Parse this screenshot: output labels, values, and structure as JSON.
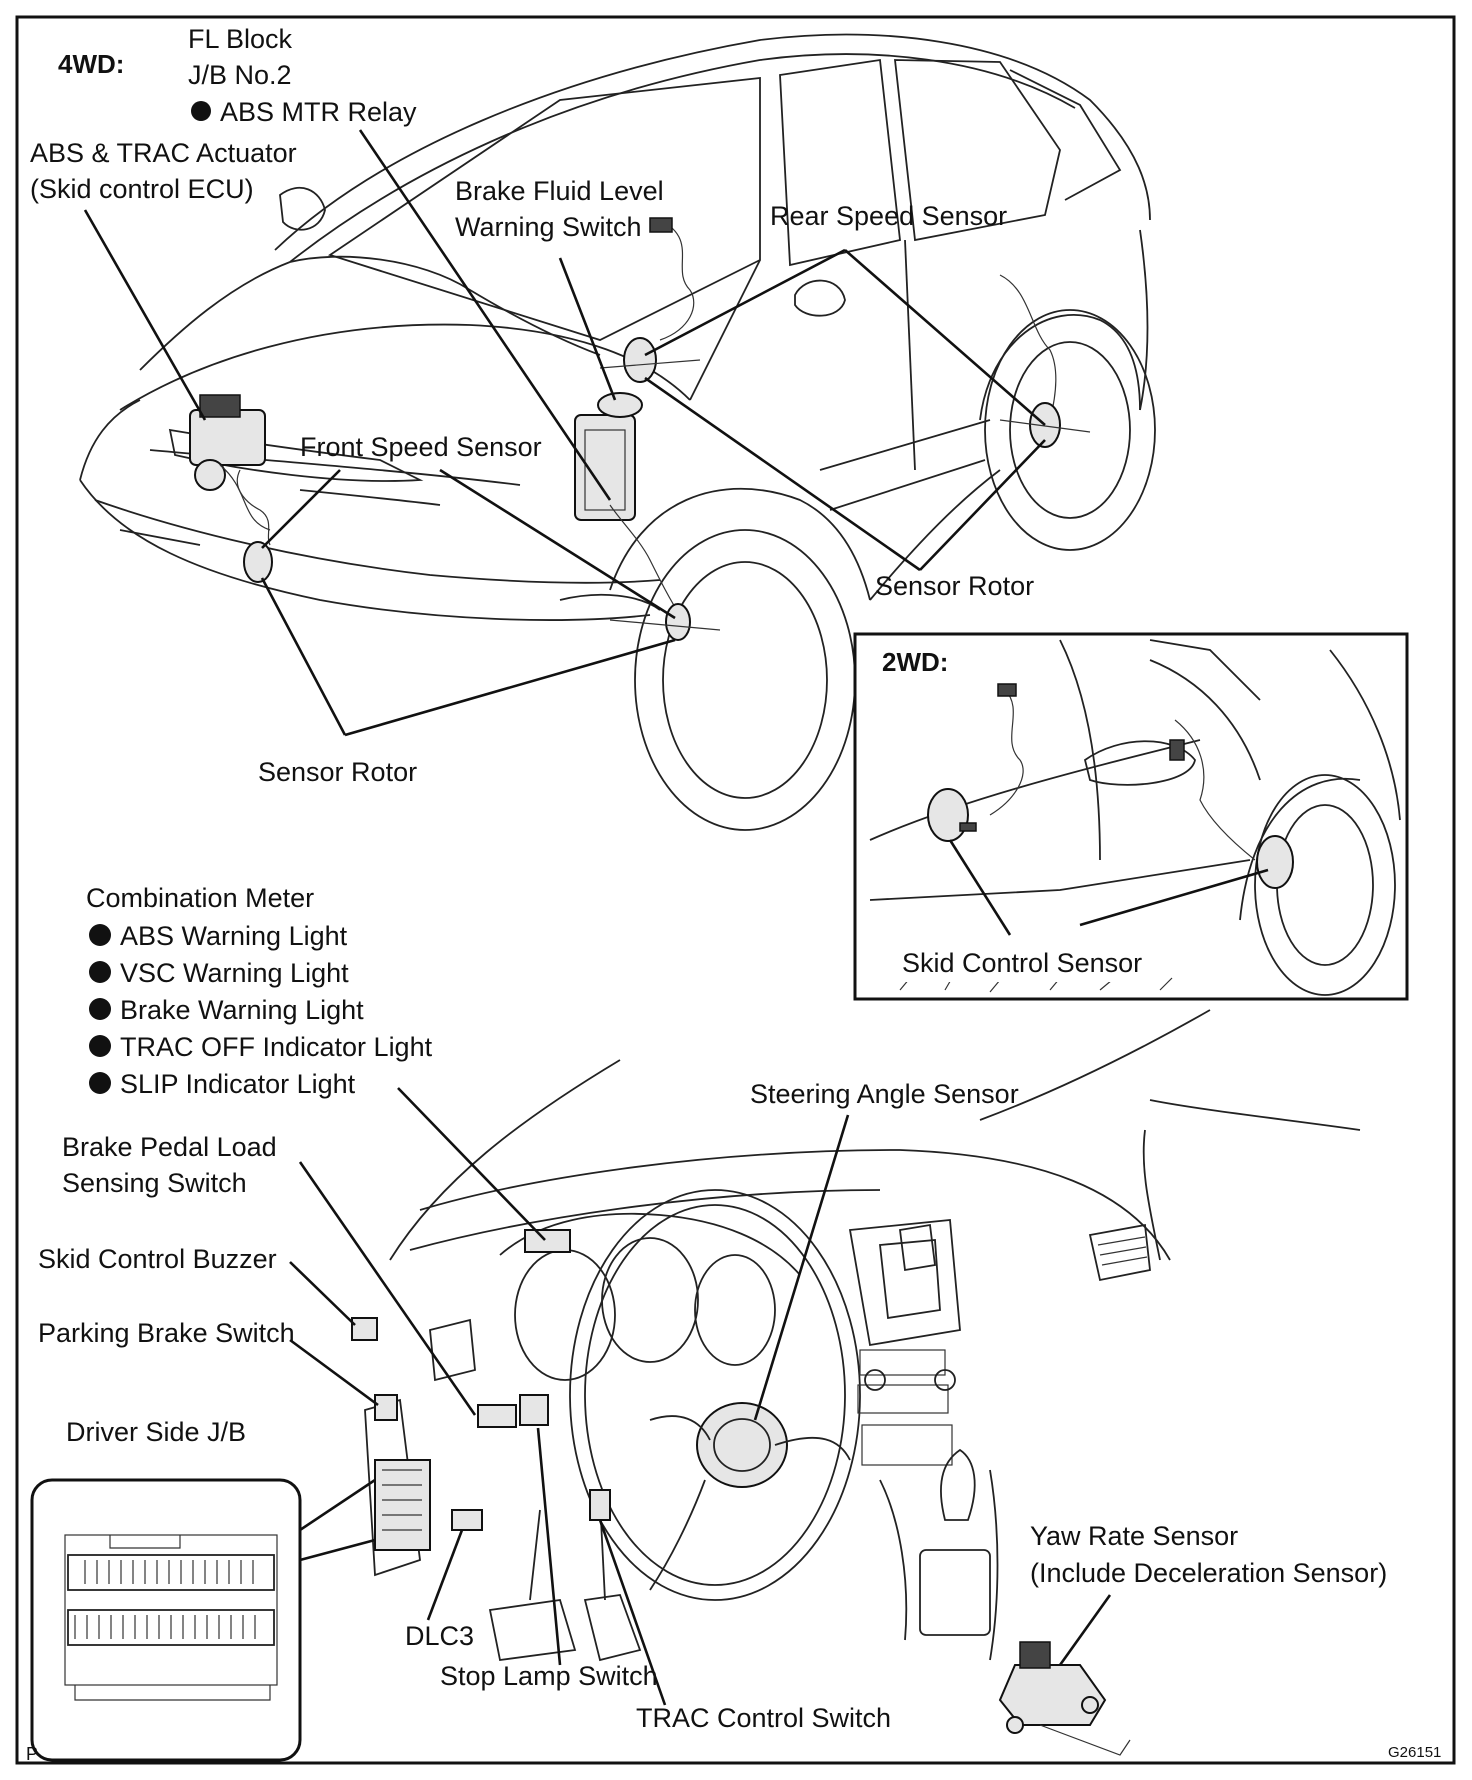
{
  "figure_id": "G26151",
  "page_marker": "P",
  "top_section": {
    "tag": "4WD:",
    "fl_block": [
      "FL Block",
      "J/B No.2"
    ],
    "abs_mtr_relay": "ABS MTR Relay",
    "actuator": [
      "ABS & TRAC Actuator",
      "(Skid control ECU)"
    ],
    "brake_fluid": [
      "Brake Fluid Level",
      "Warning Switch"
    ],
    "rear_speed_sensor": "Rear Speed Sensor",
    "front_speed_sensor": "Front Speed Sensor",
    "sensor_rotor_rear": "Sensor Rotor",
    "sensor_rotor_front": "Sensor Rotor"
  },
  "inset_2wd": {
    "tag": "2WD:",
    "skid_control_sensor": "Skid Control Sensor"
  },
  "bottom_section": {
    "combination_meter": {
      "title": "Combination Meter",
      "items": [
        "ABS Warning Light",
        "VSC Warning Light",
        "Brake Warning Light",
        "TRAC OFF Indicator Light",
        "SLIP Indicator Light"
      ]
    },
    "steering_angle_sensor": "Steering Angle Sensor",
    "brake_pedal_switch": [
      "Brake Pedal Load",
      "Sensing Switch"
    ],
    "skid_control_buzzer": "Skid Control Buzzer",
    "parking_brake_switch": "Parking Brake Switch",
    "driver_side_jb": "Driver Side J/B",
    "yaw_rate_sensor": [
      "Yaw Rate Sensor",
      "(Include Deceleration Sensor)"
    ],
    "dlc3": "DLC3",
    "stop_lamp_switch": "Stop Lamp Switch",
    "trac_control_switch": "TRAC Control Switch"
  }
}
